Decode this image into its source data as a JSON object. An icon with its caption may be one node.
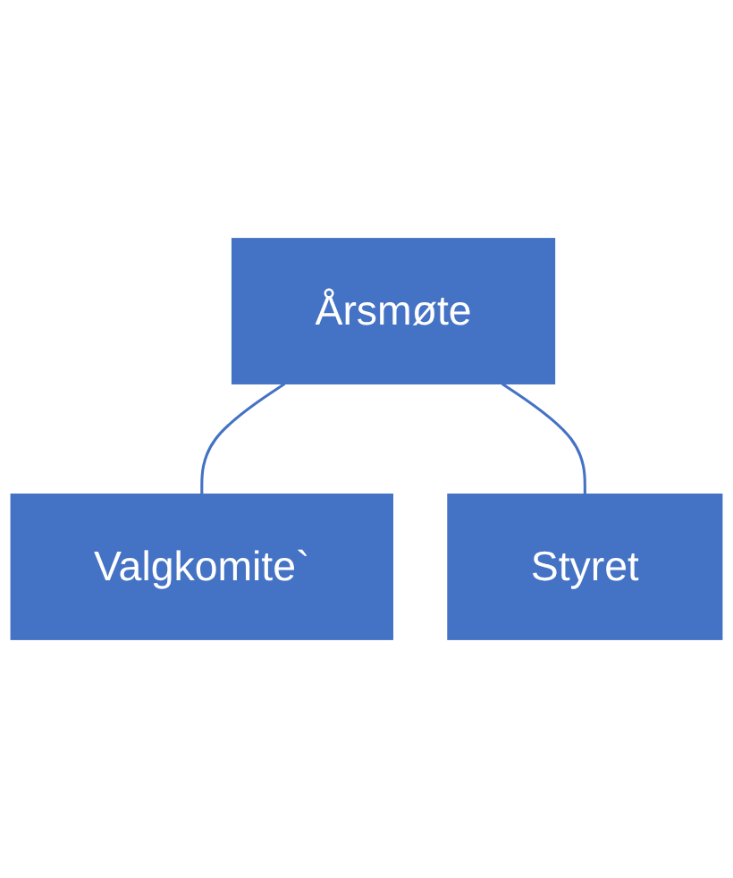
{
  "diagram": {
    "nodes": [
      {
        "text": [
          "Årsmøte"
        ]
      },
      {
        "text": [
          "Valgkomite`"
        ]
      },
      {
        "text": [
          "Styret"
        ]
      }
    ],
    "edges": [
      {
        "from": 0,
        "to": 1,
        "arrow": "none"
      },
      {
        "from": 0,
        "to": 2,
        "arrow": "none"
      }
    ]
  }
}
